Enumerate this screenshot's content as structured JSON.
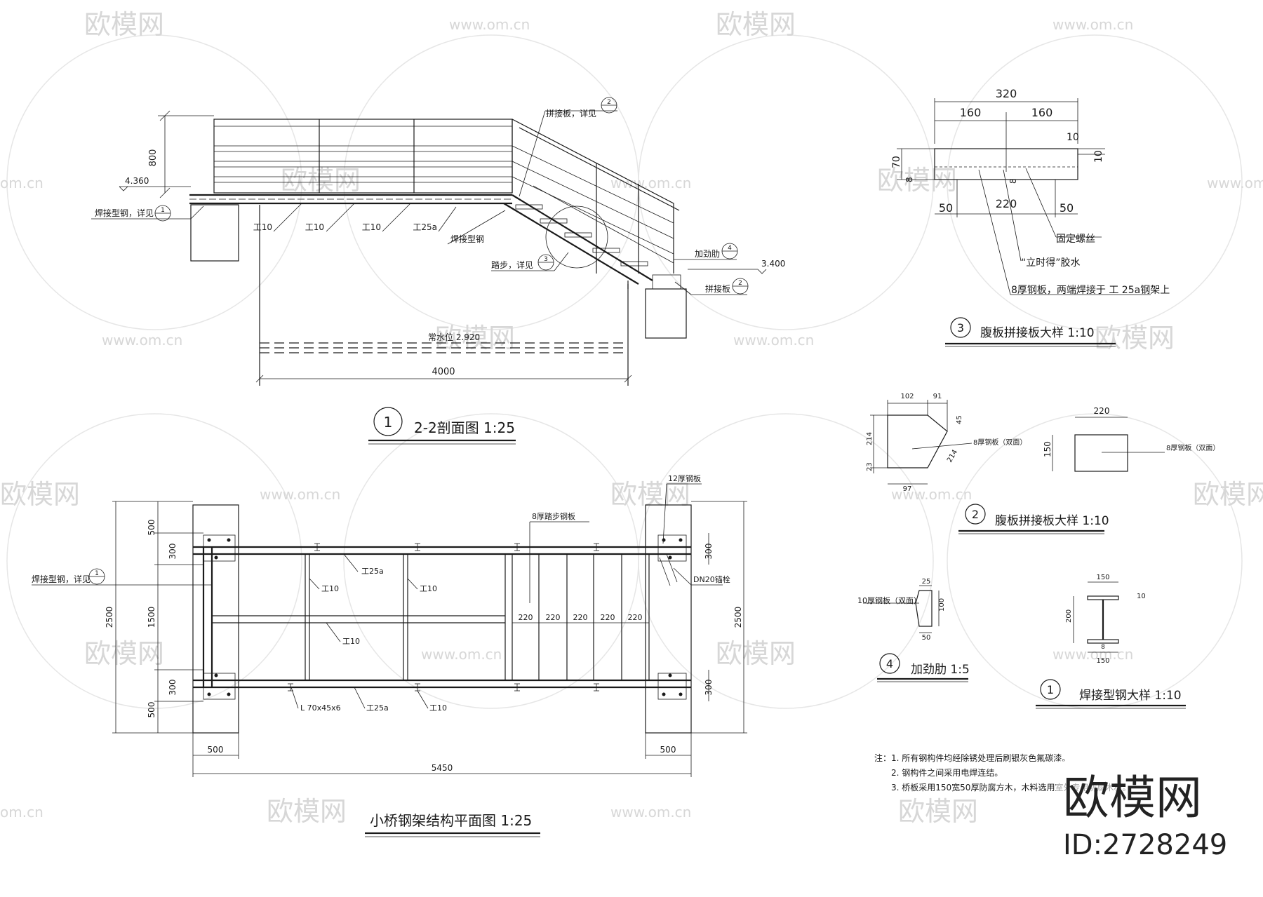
{
  "watermark": {
    "logo_text": "欧模网",
    "url_text": "www.om.cn",
    "short_url": "om.cn"
  },
  "brand": {
    "name": "欧模网",
    "id": "ID:2728249"
  },
  "section_2_2": {
    "title_num": "1",
    "title": "2-2剖面图  1:25",
    "dim_height": "800",
    "elev_left": "4.360",
    "elev_right": "3.400",
    "water_level": "常水位  2.920",
    "span": "4000",
    "beams": [
      "工10",
      "工10",
      "工10",
      "工25a"
    ],
    "label_weld": "焊接型钢，详见",
    "label_weld_ref": "1",
    "label_weld2": "焊接型钢",
    "label_splice_top": "拼接板，详见",
    "label_splice_top_ref": "2",
    "label_step": "踏步，详见",
    "label_step_ref": "3",
    "label_stiff": "加劲肋",
    "label_stiff_ref": "4",
    "label_splice": "拼接板",
    "label_splice_ref": "2"
  },
  "plan": {
    "title": "小桥钢架结构平面图  1:25",
    "dims_left": [
      "500",
      "300",
      "1500",
      "300",
      "500"
    ],
    "dim_left_total": "2500",
    "dims_right": [
      "300",
      "300"
    ],
    "dim_right_total": "2500",
    "dim_bottom_left": "500",
    "dim_bottom_right": "500",
    "dim_total": "5450",
    "steps": [
      "220",
      "220",
      "220",
      "220",
      "220"
    ],
    "label_plate12": "12厚钢板",
    "label_step_plate": "8厚踏步钢板",
    "label_anchor": "DN20锚栓",
    "label_weld": "焊接型钢，详见",
    "label_weld_ref": "1",
    "beam_labels": [
      "工25a",
      "工10",
      "工10",
      "工10",
      "工25a",
      "工10"
    ],
    "angle_label": "L 70x45x6"
  },
  "detail3": {
    "num": "3",
    "title": "腹板拼接板大样  1:10",
    "dim_total": "320",
    "dim_half1": "160",
    "dim_half2": "160",
    "dim_10a": "10",
    "dim_10b": "10",
    "dim_70": "70",
    "dim_8a": "8",
    "dim_8b": "8",
    "dim_50a": "50",
    "dim_220": "220",
    "dim_50b": "50",
    "note_bolt": "固定螺丝",
    "note_glue": "“立时得”胶水",
    "note_plate": "8厚钢板，两端焊接于 工 25a钢架上"
  },
  "detail2": {
    "num": "2",
    "title": "腹板拼接板大样  1:10",
    "d102": "102",
    "d91": "91",
    "d45": "45",
    "d214a": "214",
    "d23": "23",
    "d97": "97",
    "d214b": "214",
    "label_a": "8厚钢板（双面）",
    "d220": "220",
    "d150": "150",
    "label_b": "8厚钢板（双面）"
  },
  "detail4": {
    "num": "4",
    "title": "加劲肋  1:5",
    "d25": "25",
    "d100": "100",
    "d50": "50",
    "label": "10厚钢板（双面）"
  },
  "detail1": {
    "num": "1",
    "title": "焊接型钢大样  1:10",
    "d150a": "150",
    "d200": "200",
    "d150b": "150",
    "d10": "10",
    "d8": "8"
  },
  "notes": {
    "head": "注：",
    "items": [
      "1.  所有钢构件均经除锈处理后刷银灰色氟碳漆。",
      "2.  钢构件之间采用电焊连结。",
      "3.  桥板采用150宽50厚防腐方木，木料选用室外专用防腐木材。"
    ]
  }
}
